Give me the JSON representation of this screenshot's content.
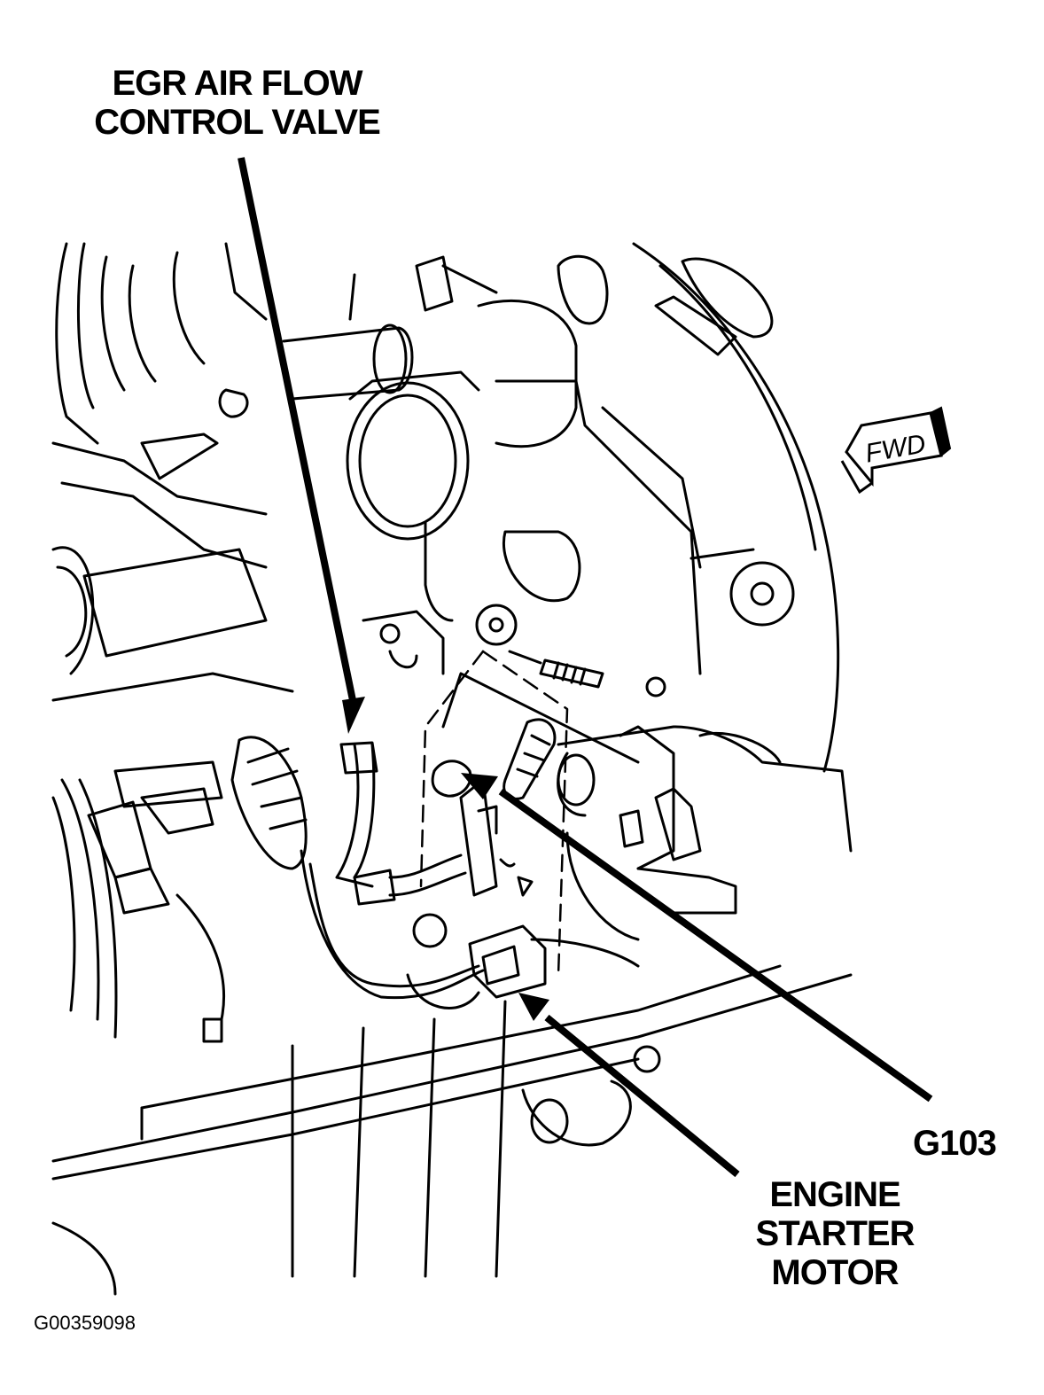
{
  "callouts": {
    "egr_valve": [
      "EGR AIR FLOW",
      "CONTROL VALVE"
    ],
    "ground": "G103",
    "starter": [
      "ENGINE",
      "STARTER",
      "MOTOR"
    ]
  },
  "direction_indicator": "FWD",
  "figure_id": "G00359098"
}
